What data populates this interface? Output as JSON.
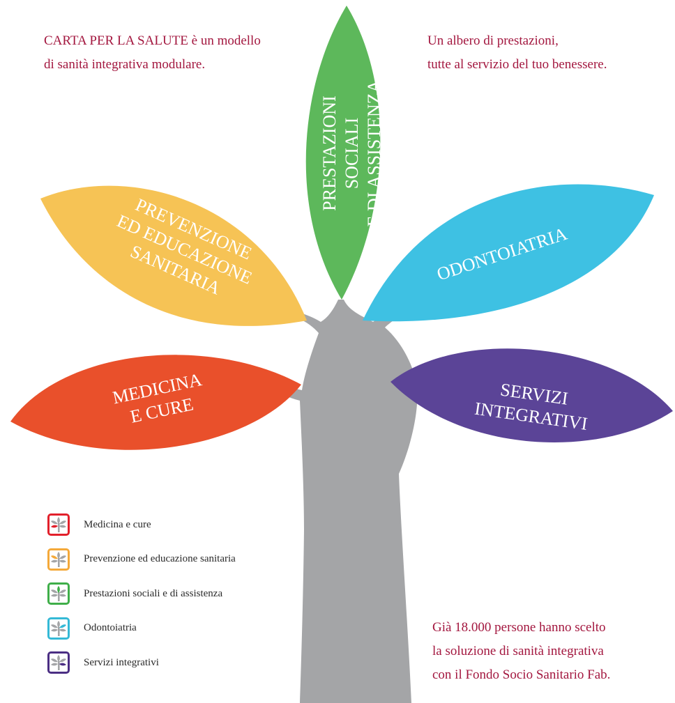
{
  "intro": {
    "left": [
      "CARTA PER LA SALUTE è un modello",
      "di sanità integrativa modulare."
    ],
    "right": [
      "Un albero di prestazioni,",
      "tutte al servizio del tuo benessere."
    ]
  },
  "leaves": {
    "green": {
      "lines": [
        "PRESTAZIONI",
        "SOCIALI",
        "E DI ASSISTENZA"
      ],
      "color": "#5db85b"
    },
    "yellow": {
      "lines": [
        "PREVENZIONE",
        "ED EDUCAZIONE",
        "SANITARIA"
      ],
      "color": "#f6c355"
    },
    "cyan": {
      "lines": [
        "ODONTOIATRIA"
      ],
      "color": "#3ec1e3"
    },
    "red": {
      "lines": [
        "MEDICINA",
        "E CURE"
      ],
      "color": "#e9502b"
    },
    "purple": {
      "lines": [
        "SERVIZI",
        "INTEGRATIVI"
      ],
      "color": "#5b4497"
    }
  },
  "trunk_color": "#a4a5a7",
  "legend": [
    {
      "label": "Medicina e cure",
      "color": "#e2202b",
      "icon": "tree-icon-red"
    },
    {
      "label": "Prevenzione ed educazione sanitaria",
      "color": "#f4a93a",
      "icon": "tree-icon-yellow"
    },
    {
      "label": "Prestazioni sociali e di assistenza",
      "color": "#3fae49",
      "icon": "tree-icon-green"
    },
    {
      "label": "Odontoiatria",
      "color": "#34b9d6",
      "icon": "tree-icon-cyan"
    },
    {
      "label": "Servizi integrativi",
      "color": "#4b2e83",
      "icon": "tree-icon-purple"
    }
  ],
  "closing": [
    "Già 18.000 persone hanno scelto",
    "la soluzione di sanità integrativa",
    "con il Fondo Socio Sanitario Fab."
  ]
}
